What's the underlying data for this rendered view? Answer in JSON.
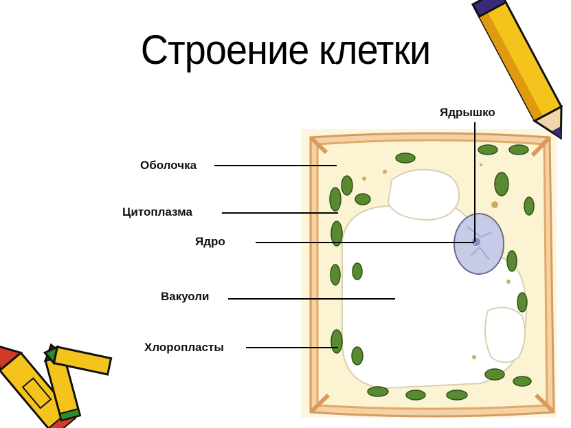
{
  "title": "Строение клетки",
  "labels": {
    "membrane": "Оболочка",
    "cytoplasm": "Цитоплазма",
    "nucleus": "Ядро",
    "vacuoles": "Вакуоли",
    "chloroplasts": "Хлоропласты",
    "nucleolus": "Ядрышко"
  },
  "colors": {
    "cell_wall": "#e8b27a",
    "cytoplasm": "#fbf5d8",
    "vacuole": "#ffffff",
    "chloroplast": "#4f7a2a",
    "nucleus": "#c6cbe8",
    "pencil_yellow": "#f5c41c",
    "pencil_purple": "#3a2a78"
  },
  "icons": [
    "pencil-icon",
    "crayons-icon"
  ]
}
